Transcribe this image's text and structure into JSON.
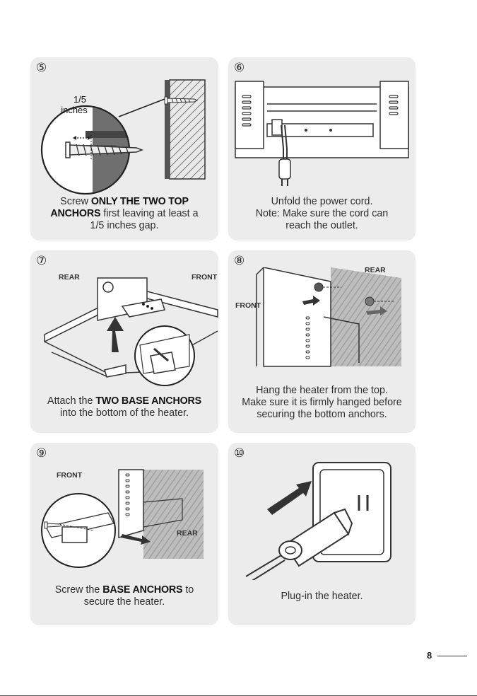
{
  "steps": [
    {
      "number": "⑤",
      "gap_label_1": "1/5",
      "gap_label_2": "inches",
      "caption": {
        "l1_pre": "Screw ",
        "l1_bold": "ONLY THE TWO TOP",
        "l2_bold": "ANCHORS",
        "l2_post": " first leaving at least a",
        "l3": "1/5 inches gap."
      }
    },
    {
      "number": "⑥",
      "caption": {
        "l1": "Unfold the power cord.",
        "l2": "Note: Make sure the cord can",
        "l3": "reach the outlet."
      }
    },
    {
      "number": "⑦",
      "rear_label": "REAR",
      "front_label": "FRONT",
      "caption": {
        "l1_pre": "Attach the ",
        "l1_bold": "TWO BASE ANCHORS",
        "l2": "into the bottom of the heater."
      }
    },
    {
      "number": "⑧",
      "rear_label": "REAR",
      "front_label": "FRONT",
      "caption": {
        "l1": "Hang the heater from the top.",
        "l2": "Make sure it is firmly hanged before",
        "l3": "securing the bottom anchors."
      }
    },
    {
      "number": "⑨",
      "front_label": "FRONT",
      "rear_label": "REAR",
      "caption": {
        "l1_pre": "Screw the ",
        "l1_bold": "BASE ANCHORS",
        "l1_post": " to",
        "l2": "secure the heater."
      }
    },
    {
      "number": "⑩",
      "caption": {
        "l1": "Plug-in the heater."
      }
    }
  ],
  "page_number": "8"
}
